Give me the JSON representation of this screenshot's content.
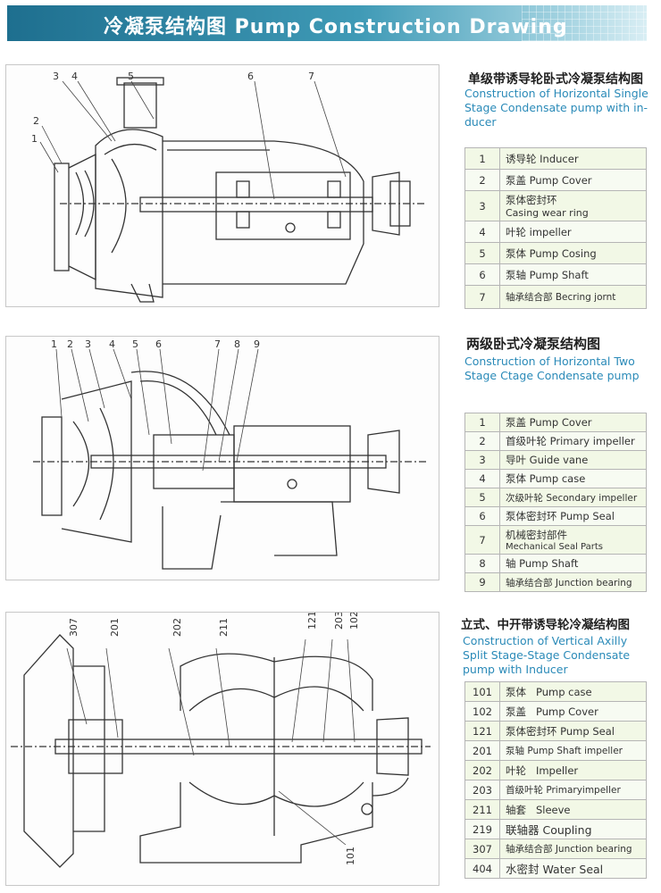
{
  "header": {
    "title": "冷凝泵结构图 Pump Construction Drawing"
  },
  "section1": {
    "title_zh": "单级带诱导轮卧式冷凝泵结构图",
    "title_en": "Construction of Horizontal Single Stage Condensate pump with in-ducer",
    "callouts": [
      "3",
      "4",
      "5",
      "6",
      "7",
      "2",
      "1"
    ],
    "parts": [
      {
        "no": "1",
        "label": "诱导轮 Inducer"
      },
      {
        "no": "2",
        "label": "泵盖 Pump Cover"
      },
      {
        "no": "3",
        "label": "泵体密封环",
        "sub": "Casing wear ring"
      },
      {
        "no": "4",
        "label": "叶轮 impeller"
      },
      {
        "no": "5",
        "label": "泵体 Pump Cosing"
      },
      {
        "no": "6",
        "label": "泵轴 Pump Shaft"
      },
      {
        "no": "7",
        "label": "轴承结合部 Becring jornt"
      }
    ]
  },
  "section2": {
    "title_zh": "两级卧式冷凝泵结构图",
    "title_en": "Construction of Horizontal Two Stage Ctage Condensate pump",
    "callouts": [
      "1",
      "2",
      "3",
      "4",
      "5",
      "6",
      "7",
      "8",
      "9"
    ],
    "parts": [
      {
        "no": "1",
        "label": "泵盖 Pump Cover"
      },
      {
        "no": "2",
        "label": "首级叶轮 Primary impeller"
      },
      {
        "no": "3",
        "label": "导叶 Guide vane"
      },
      {
        "no": "4",
        "label": "泵体 Pump case"
      },
      {
        "no": "5",
        "label": "次级叶轮 Secondary impeller"
      },
      {
        "no": "6",
        "label": "泵体密封环 Pump Seal"
      },
      {
        "no": "7",
        "label": "机械密封部件",
        "sub": "Mechanical Seal Parts"
      },
      {
        "no": "8",
        "label": "轴 Pump Shaft"
      },
      {
        "no": "9",
        "label": "轴承结合部 Junction bearing"
      }
    ]
  },
  "section3": {
    "title_zh": "立式、中开带诱导轮冷凝结构图",
    "title_en": "Construction of Vertical Axilly Split Stage-Stage Condensate pump with Inducer",
    "callouts": [
      "307",
      "201",
      "202",
      "211",
      "121",
      "203",
      "102",
      "101"
    ],
    "parts": [
      {
        "no": "101",
        "label": "泵体   Pump case"
      },
      {
        "no": "102",
        "label": "泵盖   Pump Cover"
      },
      {
        "no": "121",
        "label": "泵体密封环 Pump Seal"
      },
      {
        "no": "201",
        "label": "泵轴 Pump Shaft impeller"
      },
      {
        "no": "202",
        "label": "叶轮   Impeller"
      },
      {
        "no": "203",
        "label": "首级叶轮 Primaryimpeller"
      },
      {
        "no": "211",
        "label": "轴套   Sleeve"
      },
      {
        "no": "219",
        "label": "联轴器 Coupling"
      },
      {
        "no": "307",
        "label": "轴承结合部 Junction bearing"
      },
      {
        "no": "404",
        "label": "水密封 Water Seal"
      }
    ]
  }
}
